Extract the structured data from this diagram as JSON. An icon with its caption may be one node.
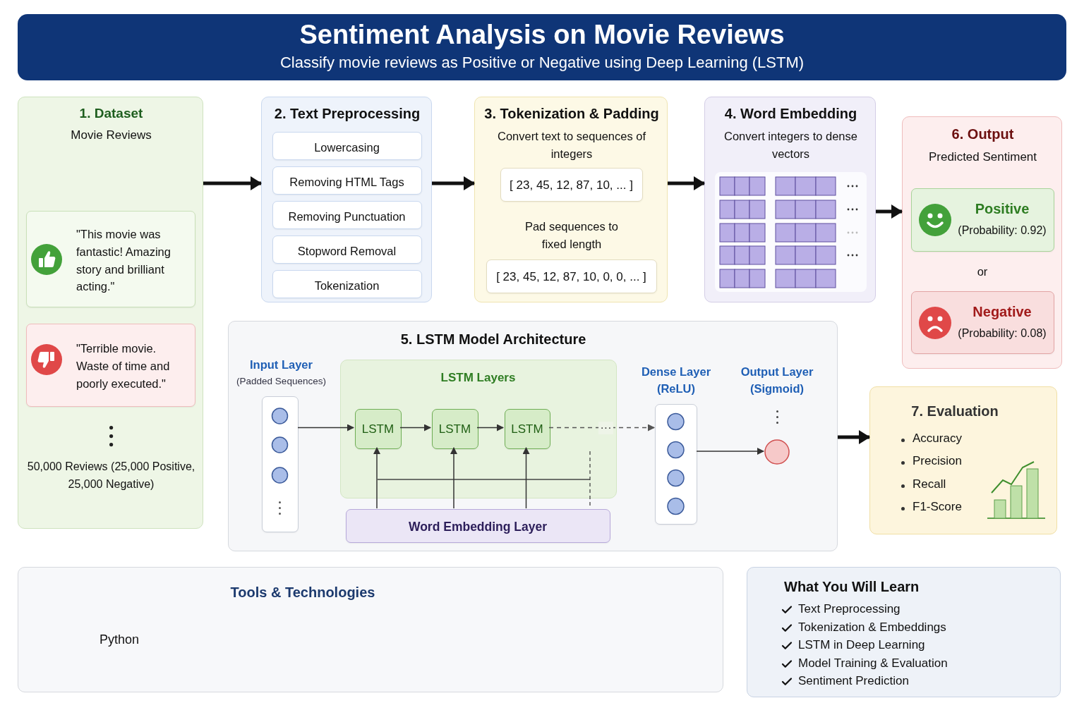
{
  "diagram": {
    "title": "Sentiment Analysis on Movie Reviews",
    "nodes": [
      {
        "text": [
          "1. Dataset",
          "Movie Reviews",
          "50,000 Reviews (25,000 Positive, 25,000 Negative)"
        ]
      },
      {
        "text": [
          "\"This movie was fantastic! Amazing story and brilliant acting.\""
        ],
        "in": 0
      },
      {
        "text": [
          "\"Terrible movie. Waste of time and poorly executed.\""
        ],
        "in": 0
      },
      {
        "text": [
          "2. Text Preprocessing"
        ]
      },
      {
        "text": [
          "Lowercasing"
        ],
        "in": 3
      },
      {
        "text": [
          "Removing HTML Tags"
        ],
        "in": 3
      },
      {
        "text": [
          "Removing Punctuation"
        ],
        "in": 3
      },
      {
        "text": [
          "Stopword Removal"
        ],
        "in": 3
      },
      {
        "text": [
          "Tokenization"
        ],
        "in": 3
      },
      {
        "text": [
          "3. Tokenization & Padding",
          "Convert text to sequences of integers",
          "Pad sequences to fixed length"
        ]
      },
      {
        "text": [
          "[ 23, 45, 12, 87, 10, ... ]"
        ],
        "in": 9
      },
      {
        "text": [
          "[ 23, 45, 12, 87, 10, 0, 0, ... ]"
        ],
        "in": 9
      },
      {
        "text": [
          "4. Word Embedding",
          "Convert integers to dense vectors"
        ]
      },
      {
        "text": [
          "6. Output",
          "Predicted Sentiment",
          "or"
        ]
      },
      {
        "text": [
          "Positive",
          "(Probability: 0.92)"
        ],
        "in": 13
      },
      {
        "text": [
          "Negative",
          "(Probability: 0.08)"
        ],
        "in": 13
      },
      {
        "text": [
          "5. LSTM Model Architecture"
        ]
      },
      {
        "text": [
          "Input Layer",
          "(Padded Sequences)"
        ],
        "in": 16
      },
      {
        "text": [
          "LSTM Layers"
        ],
        "in": 16
      },
      {
        "text": [
          "LSTM"
        ],
        "in": 18
      },
      {
        "text": [
          "LSTM"
        ],
        "in": 18
      },
      {
        "text": [
          "LSTM"
        ],
        "in": 18
      },
      {
        "text": [
          "Word Embedding Layer"
        ],
        "in": 16
      },
      {
        "text": [
          "Dense Layer (ReLU)"
        ],
        "in": 16
      },
      {
        "text": [
          "Output Layer (Sigmoid)"
        ],
        "in": 16
      },
      {
        "text": [
          "7. Evaluation",
          "Accuracy",
          "Precision",
          "Recall",
          "F1-Score"
        ]
      },
      {
        "text": [
          "Tools & Technologies",
          "Python"
        ]
      },
      {
        "text": [
          "What You Will Learn",
          "Text Preprocessing",
          "Tokenization & Embeddings",
          "LSTM in Deep Learning",
          "Model Training & Evaluation",
          "Sentiment Prediction"
        ]
      }
    ],
    "edges": [
      {
        "from": 0,
        "to": 3,
        "arrow": "to",
        "style": "thick"
      },
      {
        "from": 3,
        "to": 9,
        "arrow": "to",
        "style": "thick"
      },
      {
        "from": 9,
        "to": 12,
        "arrow": "to",
        "style": "thick"
      },
      {
        "from": 12,
        "to": 13,
        "arrow": "to",
        "style": "thick"
      },
      {
        "from": 17,
        "to": 19,
        "arrow": "to"
      },
      {
        "from": 19,
        "to": 20,
        "arrow": "to"
      },
      {
        "from": 20,
        "to": 21,
        "arrow": "to"
      },
      {
        "from": 21,
        "to": 23,
        "arrow": "to",
        "style": "dashed",
        "label": "···"
      },
      {
        "from": 22,
        "to": 19,
        "arrow": "to"
      },
      {
        "from": 22,
        "to": 20,
        "arrow": "to"
      },
      {
        "from": 22,
        "to": 21,
        "arrow": "to"
      },
      {
        "from": 23,
        "to": 24,
        "arrow": "to"
      },
      {
        "from": 16,
        "to": 25,
        "arrow": "to",
        "style": "thick"
      }
    ],
    "labels": [
      "Classify movie reviews as Positive or Negative using Deep Learning (LSTM)"
    ]
  }
}
